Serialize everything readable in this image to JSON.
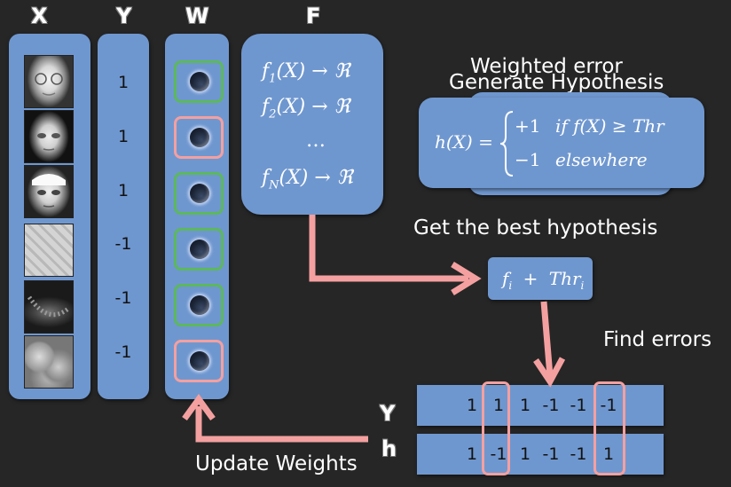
{
  "headers": {
    "x": "X",
    "y": "Y",
    "w": "W",
    "f": "F"
  },
  "y_values": [
    "1",
    "1",
    "1",
    "-1",
    "-1",
    "-1"
  ],
  "weight_status": [
    "correct",
    "wrong",
    "correct",
    "correct",
    "correct",
    "wrong"
  ],
  "features": {
    "f1": "f",
    "f1_sub": "1",
    "f1_rest": "(X) → ℜ",
    "f2": "f",
    "f2_sub": "2",
    "f2_rest": "(X) → ℜ",
    "dots": "…",
    "fn": "f",
    "fn_sub": "N",
    "fn_rest": "(X) → ℜ"
  },
  "labels": {
    "weighted_error": "Weighted error",
    "generate_hypothesis": "Generate Hypothesis",
    "best_hypothesis": "Get the best hypothesis",
    "find_errors": "Find errors",
    "update_weights": "Update Weights"
  },
  "hypothesis_formula": {
    "lhs": "h(X) =",
    "case1_val": "+1",
    "case1_cond": "if  f(X) ≥ Thr",
    "case2_val": "−1",
    "case2_cond": "elsewhere"
  },
  "best": {
    "f": "f",
    "f_sub": "i",
    "plus": "+",
    "thr": "Thr",
    "thr_sub": "i"
  },
  "compare": {
    "y_label": "Y",
    "h_label": "h",
    "y_row": [
      "1",
      "1",
      "1",
      "-1",
      "-1",
      "-1"
    ],
    "h_row": [
      "1",
      "-1",
      "1",
      "-1",
      "-1",
      "1"
    ],
    "mismatch_columns": [
      1,
      5
    ]
  },
  "colors": {
    "background": "#262626",
    "panel": "#6f97cf",
    "arrow": "#f4a0a0",
    "correct": "#5cb85c",
    "wrong": "#f4a0a0"
  }
}
